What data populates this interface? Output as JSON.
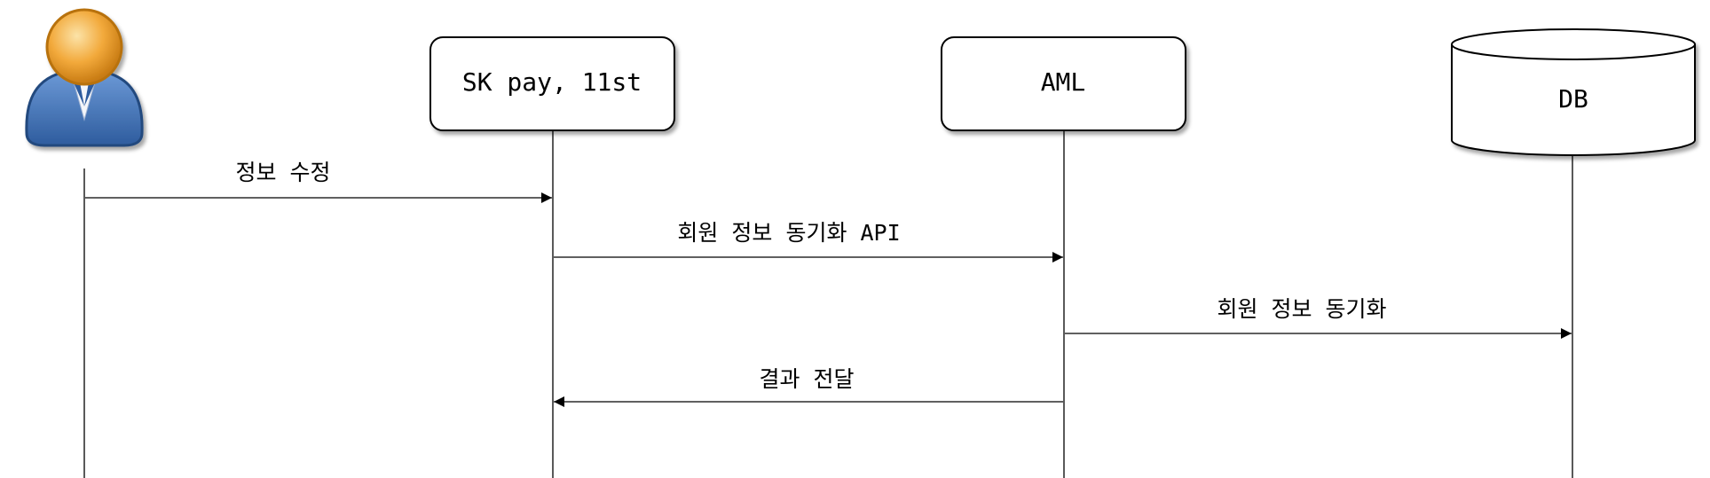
{
  "participants": {
    "user": {
      "icon": "user-icon"
    },
    "service": {
      "label": "SK pay, 11st"
    },
    "aml": {
      "label": "AML"
    },
    "db": {
      "label": "DB"
    }
  },
  "messages": [
    {
      "label": "정보 수정",
      "from": "user",
      "to": "service"
    },
    {
      "label": "회원 정보 동기화 API",
      "from": "service",
      "to": "aml"
    },
    {
      "label": "회원 정보 동기화",
      "from": "aml",
      "to": "db"
    },
    {
      "label": "결과 전달",
      "from": "aml",
      "to": "service"
    }
  ],
  "colors": {
    "line": "#000000",
    "head": "#F2A93B",
    "body": "#3A6FB8"
  }
}
